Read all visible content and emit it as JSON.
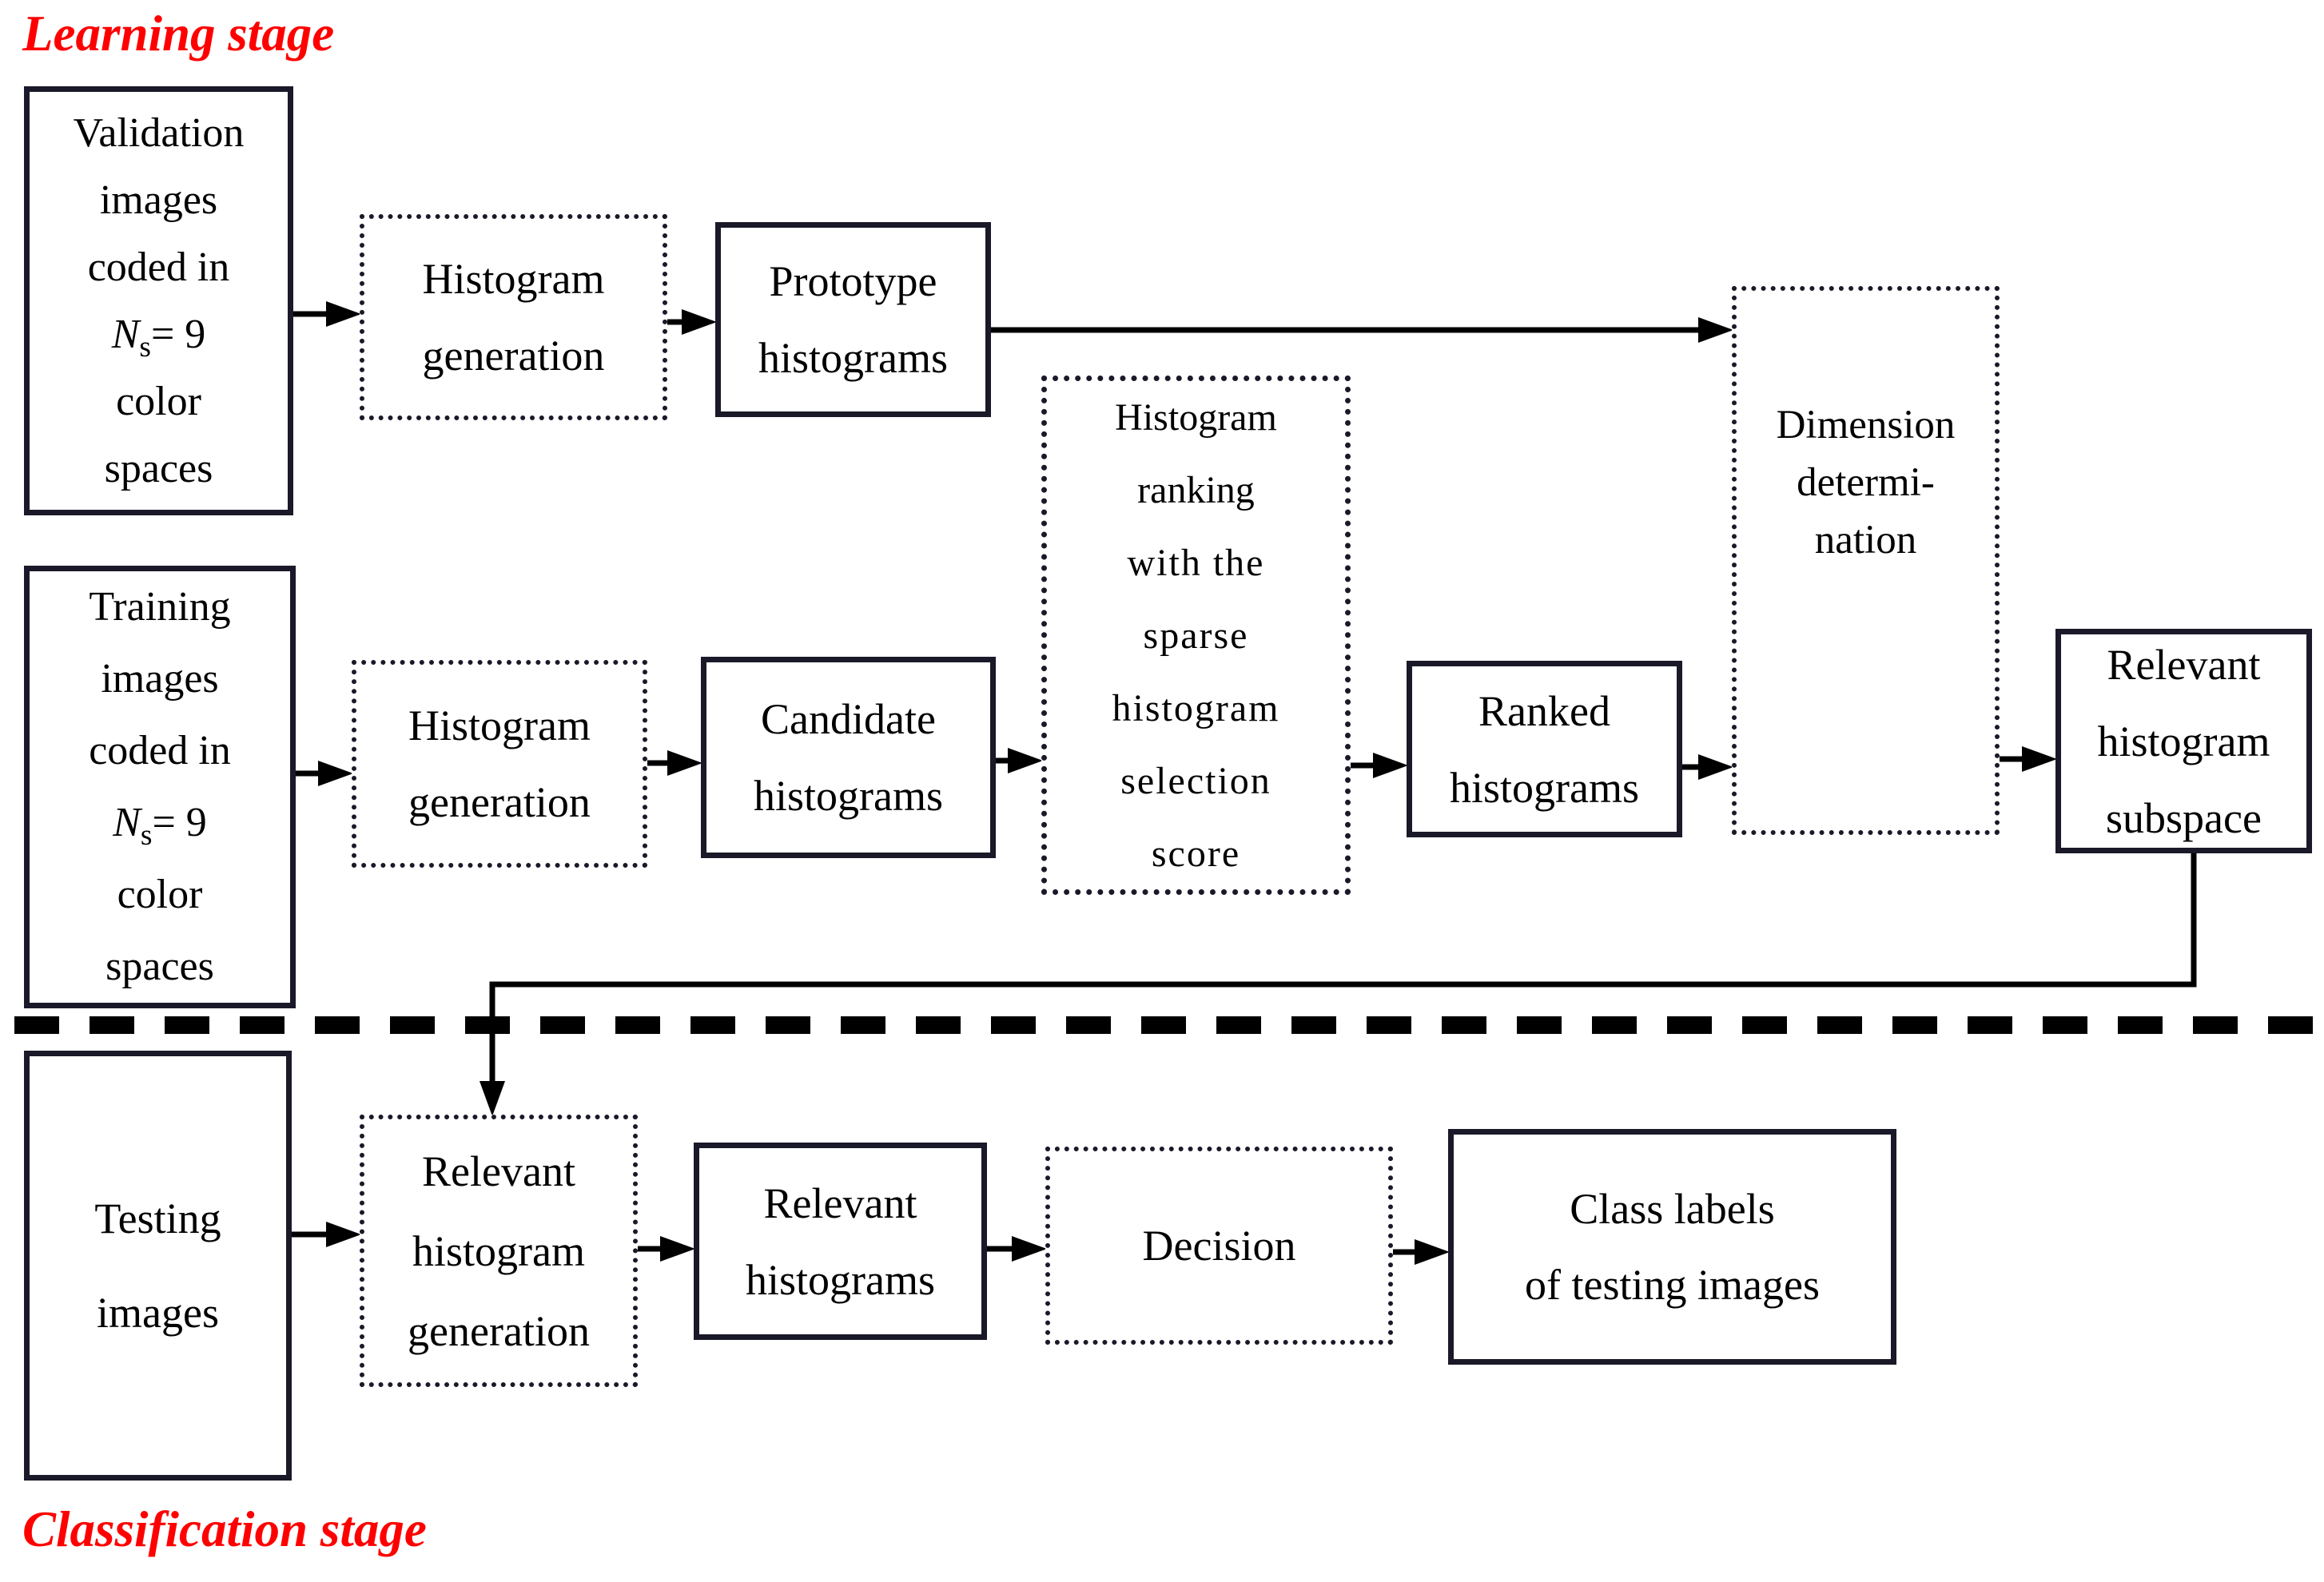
{
  "stages": {
    "learning_label": "Learning stage",
    "classification_label": "Classification stage"
  },
  "colors": {
    "stage_label_red": "#ff0000",
    "line_ink": "#191929"
  },
  "boxes": {
    "validation": {
      "top_lines": "Validation\nimages\ncoded in",
      "math": {
        "var": "N",
        "sub": "s",
        "rest": "= 9"
      },
      "bottom_lines": "color\nspaces"
    },
    "histogram_generation_top": {
      "label": "Histogram\ngeneration"
    },
    "prototype_histograms": {
      "label": "Prototype\nhistograms"
    },
    "training": {
      "top_lines": "Training\nimages\ncoded in",
      "math": {
        "var": "N",
        "sub": "s",
        "rest": "= 9"
      },
      "bottom_lines": "color\nspaces"
    },
    "histogram_generation_middle": {
      "label": "Histogram\ngeneration"
    },
    "candidate_histograms": {
      "label": "Candidate\nhistograms"
    },
    "histogram_ranking": {
      "head": "Histogram\nranking",
      "tail": "with the\nsparse\nhistogram\nselection\nscore"
    },
    "ranked_histograms": {
      "label": "Ranked\nhistograms"
    },
    "dimension_determination": {
      "label": "Dimension\ndetermi-\nnation"
    },
    "relevant_histogram_subspace": {
      "label": "Relevant\nhistogram\nsubspace"
    },
    "testing_images": {
      "label": "Testing\nimages"
    },
    "relevant_histogram_generation": {
      "label": "Relevant\nhistogram\ngeneration"
    },
    "relevant_histograms": {
      "label": "Relevant\nhistograms"
    },
    "decision": {
      "label": "Decision"
    },
    "class_labels": {
      "label": "Class labels\nof testing images"
    }
  }
}
